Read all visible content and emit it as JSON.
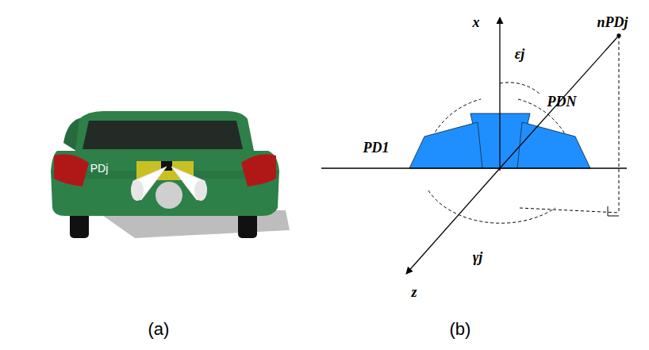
{
  "diagram": {
    "labels": [
      "PDj",
      "x",
      "εj",
      "nPDj",
      "PD1",
      "PDN",
      "γj",
      "z",
      "(a)",
      "(b)"
    ]
  }
}
